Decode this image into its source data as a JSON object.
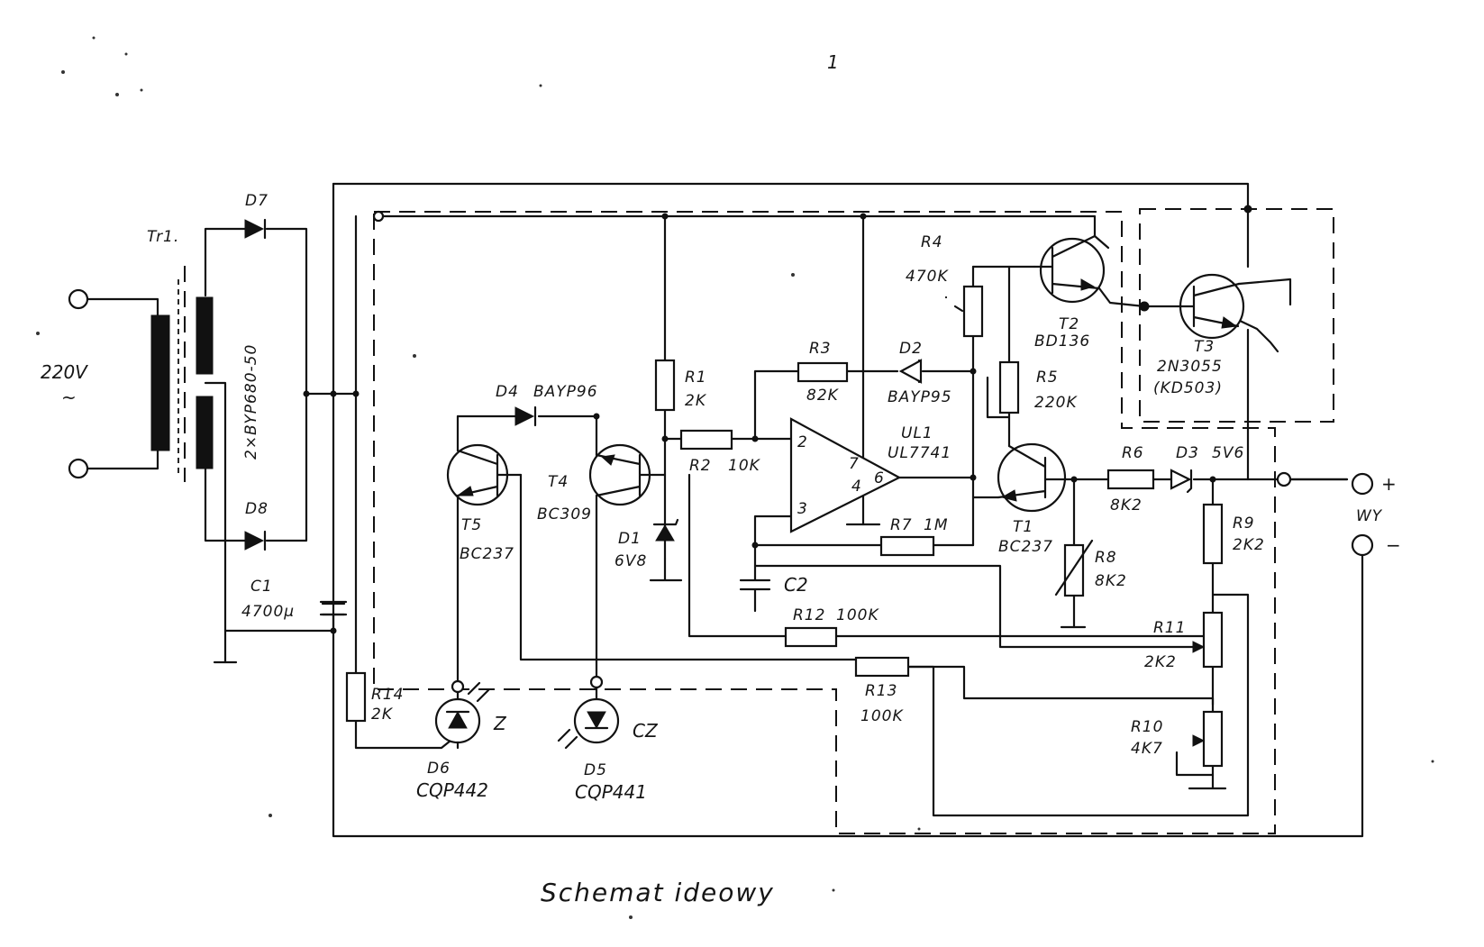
{
  "caption": "Schemat  ideowy",
  "page_mark": "1",
  "mains": {
    "voltage": "220V",
    "symbol": "~"
  },
  "output": {
    "label": "WY",
    "plus": "+",
    "minus": "−"
  },
  "components": {
    "transformer": "Tr1.",
    "D7": "D7",
    "D8": "D8",
    "bridge": "2×BYP680-50",
    "C1": "C1",
    "C1_value": "4700µ",
    "R14": "R14",
    "R14_value": "2K",
    "D6": "D6",
    "D6_type": "CQP442",
    "D6_color": "Z",
    "D5": "D5",
    "D5_type": "CQP441",
    "D5_color": "CZ",
    "T5": "T5",
    "T5_type": "BC237",
    "T4": "T4",
    "T4_type": "BC309",
    "D4": "D4",
    "D4_type": "BAYP96",
    "D1": "D1",
    "D1_value": "6V8",
    "R1": "R1",
    "R1_value": "2K",
    "R2": "R2",
    "R2_value": "10K",
    "R3": "R3",
    "R3_value": "82K",
    "D2": "D2",
    "D2_type": "BAYP95",
    "R4": "R4",
    "R4_value": "470K",
    "U1": "UL1",
    "U1_type": "UL7741",
    "pin2": "2",
    "pin3": "3",
    "pin4": "4",
    "pin6": "6",
    "pin7": "7",
    "R7": "R7",
    "R7_value": "1M",
    "C2": "C2",
    "R12": "R12",
    "R12_value": "100K",
    "R13": "R13",
    "R13_value": "100K",
    "T2": "T2",
    "T2_type": "BD136",
    "T3": "T3",
    "T3_type": "2N3055",
    "T3_alt": "(KD503)",
    "R5": "R5",
    "R5_value": "220K",
    "T1": "T1",
    "T1_type": "BC237",
    "R6": "R6",
    "R6_value": "8K2",
    "D3": "D3",
    "D3_value": "5V6",
    "R8": "R8",
    "R8_value": "8K2",
    "R9": "R9",
    "R9_value": "2K2",
    "R11": "R11",
    "R11_value": "2K2",
    "R10": "R10",
    "R10_value": "4K7"
  }
}
